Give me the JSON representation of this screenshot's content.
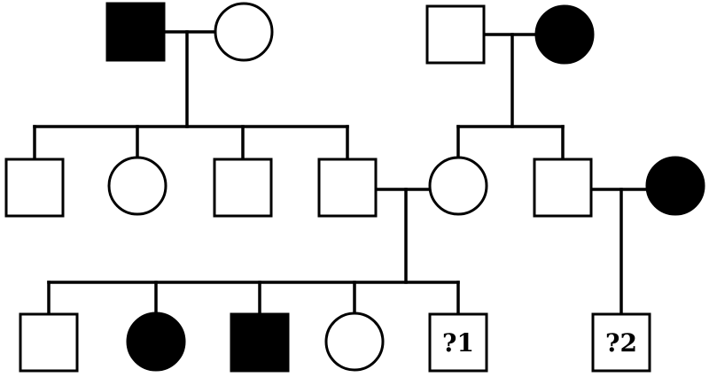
{
  "colors": {
    "affected": "#000000",
    "unaffected": "#ffffff",
    "line": "#000000"
  },
  "generations": [
    {
      "name": "generation-1",
      "individuals": [
        {
          "id": "g1-grandfather-left",
          "sex": "male",
          "affected": true
        },
        {
          "id": "g1-grandmother-left",
          "sex": "female",
          "affected": false
        },
        {
          "id": "g1-grandfather-right",
          "sex": "male",
          "affected": false
        },
        {
          "id": "g1-grandmother-right",
          "sex": "female",
          "affected": true
        }
      ]
    },
    {
      "name": "generation-2",
      "individuals": [
        {
          "id": "g2-son-1",
          "sex": "male",
          "affected": false
        },
        {
          "id": "g2-daughter-1",
          "sex": "female",
          "affected": false
        },
        {
          "id": "g2-son-2",
          "sex": "male",
          "affected": false
        },
        {
          "id": "g2-son-3",
          "sex": "male",
          "affected": false
        },
        {
          "id": "g2-daughter-right",
          "sex": "female",
          "affected": false
        },
        {
          "id": "g2-son-right",
          "sex": "male",
          "affected": false
        },
        {
          "id": "g2-spouse-right",
          "sex": "female",
          "affected": true
        }
      ]
    },
    {
      "name": "generation-3",
      "individuals": [
        {
          "id": "g3-son-1",
          "sex": "male",
          "affected": false
        },
        {
          "id": "g3-daughter-1",
          "sex": "female",
          "affected": true
        },
        {
          "id": "g3-son-2",
          "sex": "male",
          "affected": true
        },
        {
          "id": "g3-daughter-2",
          "sex": "female",
          "affected": false
        },
        {
          "id": "g3-unknown-1",
          "sex": "male",
          "affected": false,
          "label": "?1"
        },
        {
          "id": "g3-unknown-2",
          "sex": "male",
          "affected": false,
          "label": "?2"
        }
      ]
    }
  ]
}
